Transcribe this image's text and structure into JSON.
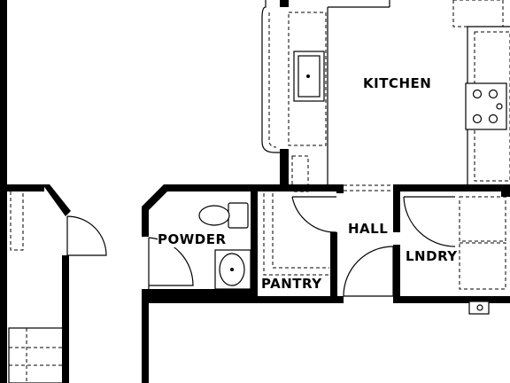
{
  "rooms": {
    "kitchen": "KITCHEN",
    "hall": "HALL",
    "powder": "POWDER",
    "pantry": "PANTRY",
    "laundry": "LNDRY"
  },
  "colors": {
    "wall": "#000000",
    "background": "#ffffff"
  }
}
